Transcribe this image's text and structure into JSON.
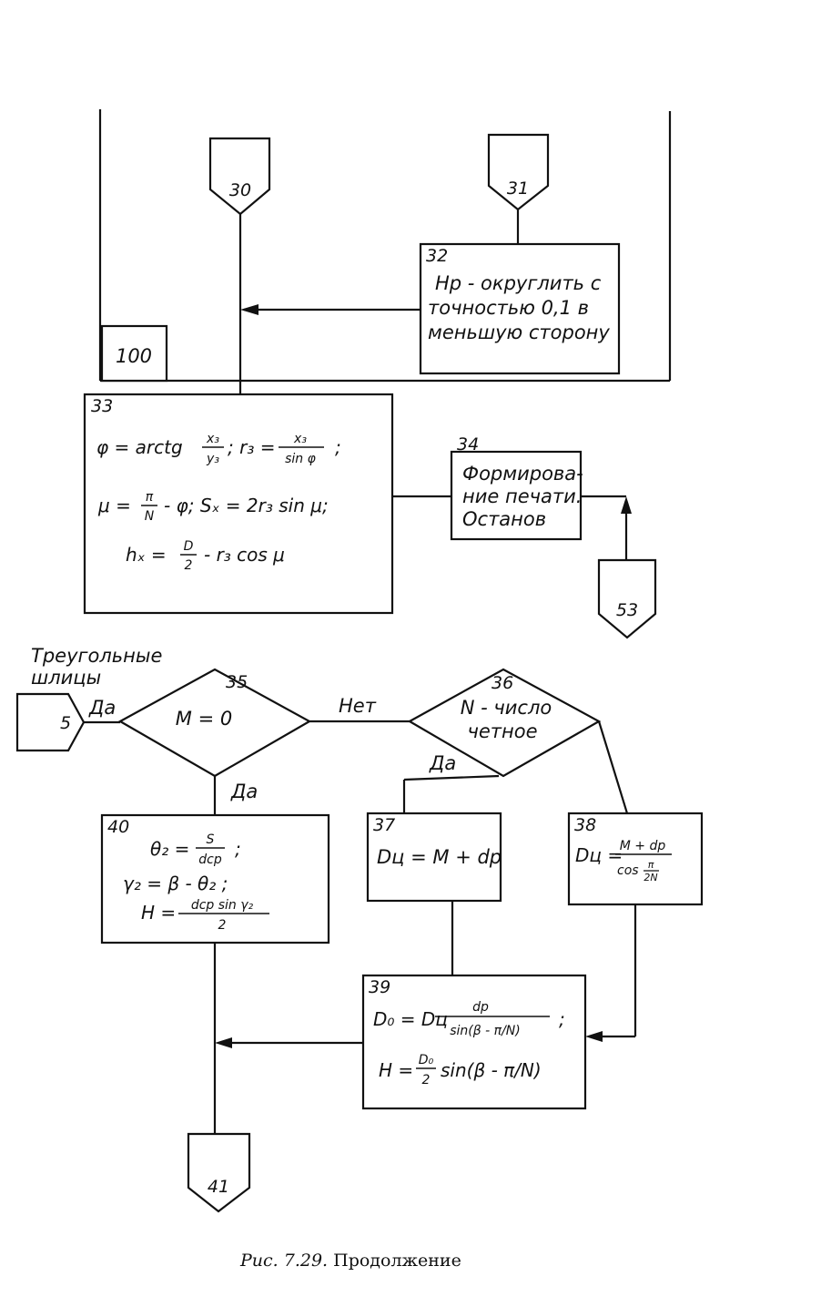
{
  "connectors": {
    "c30": "30",
    "c31": "31",
    "c53": "53",
    "c5": "5",
    "c41": "41"
  },
  "blocks": {
    "b100": "100",
    "b32": {
      "num": "32",
      "lines": [
        "Нр - округлить с",
        "точностью 0,1 в",
        "меньшую сторону"
      ]
    },
    "b33": {
      "num": "33",
      "line1": {
        "a": "φ = arctg",
        "a_num": "x₃",
        "a_den": "y₃",
        "b": "; r₃ =",
        "b_num": "x₃",
        "b_den": "sin φ",
        "c": ";"
      },
      "line2": {
        "a": "μ =",
        "a_num": "π",
        "a_den": "N",
        "b": "- φ; Sₓ = 2r₃ sin μ;"
      },
      "line3": {
        "a": "hₓ =",
        "a_num": "D",
        "a_den": "2",
        "b": "- r₃ cos μ"
      }
    },
    "b34": {
      "num": "34",
      "lines": [
        "Формирова-",
        "ние печати.",
        "Останов"
      ]
    },
    "b35": {
      "num": "35",
      "text": "M = 0"
    },
    "b36": {
      "num": "36",
      "lines": [
        "N - число",
        "четное"
      ]
    },
    "b37": {
      "num": "37",
      "text": "Dц = M + dp"
    },
    "b38": {
      "num": "38",
      "lhs": "Dц =",
      "num_expr": "M + dp",
      "den_a": "cos",
      "den_num": "π",
      "den_den": "2N"
    },
    "b39": {
      "num": "39",
      "line1_a": "D₀ = Dц",
      "line1_num": "dp",
      "line1_den": "sin(β - π/N)",
      "line1_end": ";",
      "line2_a": "H =",
      "line2_num": "D₀",
      "line2_den": "2",
      "line2_b": "sin(β - π/N)"
    },
    "b40": {
      "num": "40",
      "l1_a": "θ₂ =",
      "l1_num": "S",
      "l1_den": "dcp",
      "l1_end": ";",
      "l2": "γ₂ = β - θ₂ ;",
      "l3_a": "H =",
      "l3_num": "dcp sin γ₂",
      "l3_den": "2"
    }
  },
  "labels": {
    "triangular_splines": [
      "Треугольные",
      "шлицы"
    ],
    "yes_left": "Да",
    "yes_down": "Да",
    "no_right": "Нет",
    "yes_36": "Да"
  },
  "caption": {
    "prefix": "Рис. 7.29.",
    "text": "Продолжение"
  }
}
